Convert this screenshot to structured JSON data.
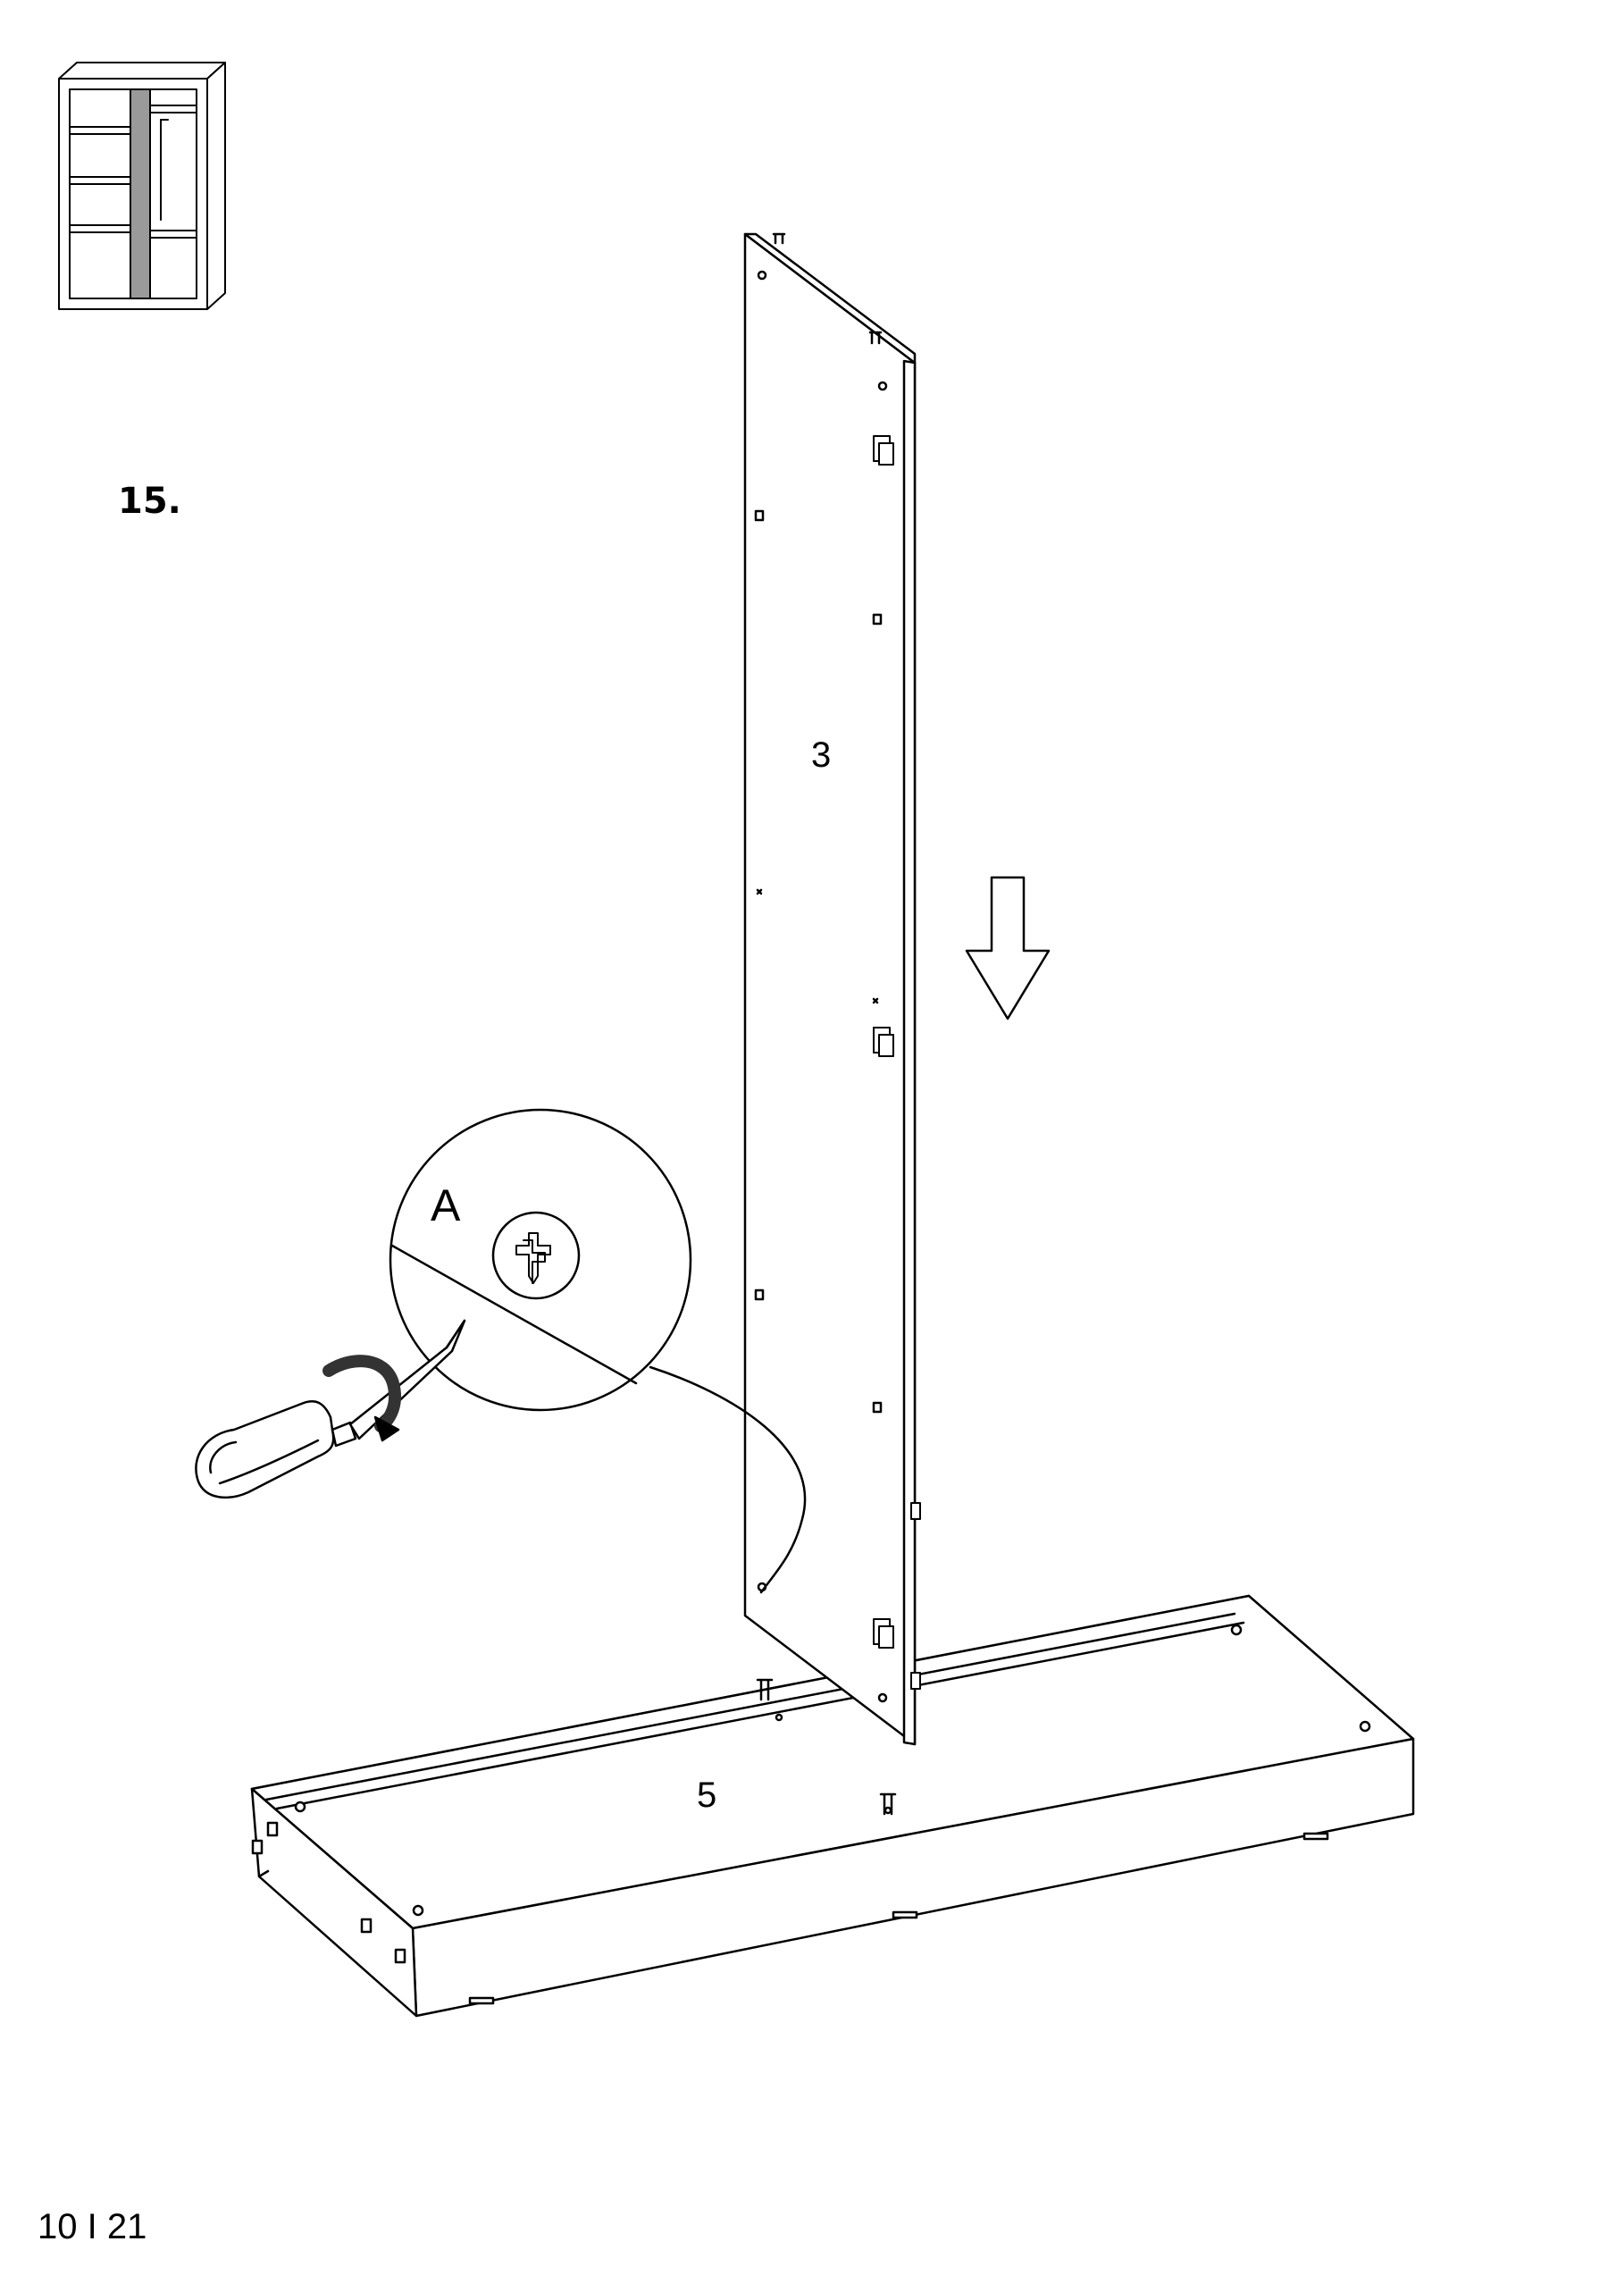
{
  "step": {
    "number": "15."
  },
  "parts": {
    "side_panel": {
      "label": "3"
    },
    "base_panel": {
      "label": "5"
    }
  },
  "detail": {
    "label": "A"
  },
  "icons": [
    "cabinet-thumbnail-icon",
    "screwdriver-icon",
    "down-arrow-icon",
    "phillips-screw-icon"
  ],
  "footer": {
    "page": "10 I 21"
  }
}
